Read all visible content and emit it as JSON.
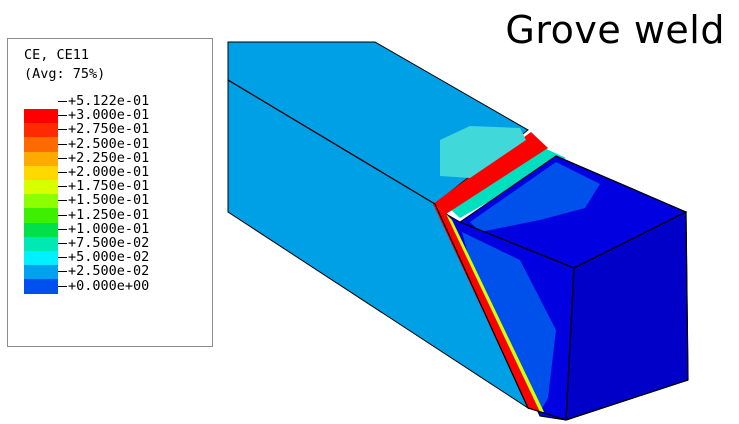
{
  "title": "Grove weld",
  "legend": {
    "variable": "CE, CE11",
    "averaging": "(Avg: 75%)",
    "entries": [
      {
        "label": "+5.122e-01",
        "color": "#ff0000"
      },
      {
        "label": "+3.000e-01",
        "color": "#ff2a00"
      },
      {
        "label": "+2.750e-01",
        "color": "#ff6a00"
      },
      {
        "label": "+2.500e-01",
        "color": "#ffaa00"
      },
      {
        "label": "+2.250e-01",
        "color": "#ffd800"
      },
      {
        "label": "+2.000e-01",
        "color": "#d8ff00"
      },
      {
        "label": "+1.750e-01",
        "color": "#8cff00"
      },
      {
        "label": "+1.500e-01",
        "color": "#3cf000"
      },
      {
        "label": "+1.250e-01",
        "color": "#00e04a"
      },
      {
        "label": "+1.000e-01",
        "color": "#00e8b4"
      },
      {
        "label": "+7.500e-02",
        "color": "#00f0ff"
      },
      {
        "label": "+5.000e-02",
        "color": "#00a2f0"
      },
      {
        "label": "+2.500e-02",
        "color": "#0050f0"
      },
      {
        "label": "+0.000e+00",
        "color": "#0000f0"
      }
    ]
  },
  "colors": {
    "beam": "#00a0e6",
    "weld_hot": "#ff0000",
    "weld_cool": "#00e0c0",
    "end_face": "#0000e0",
    "end_face_dark": "#0000c8",
    "mid_blue": "#0050ec",
    "edge": "#000000"
  }
}
